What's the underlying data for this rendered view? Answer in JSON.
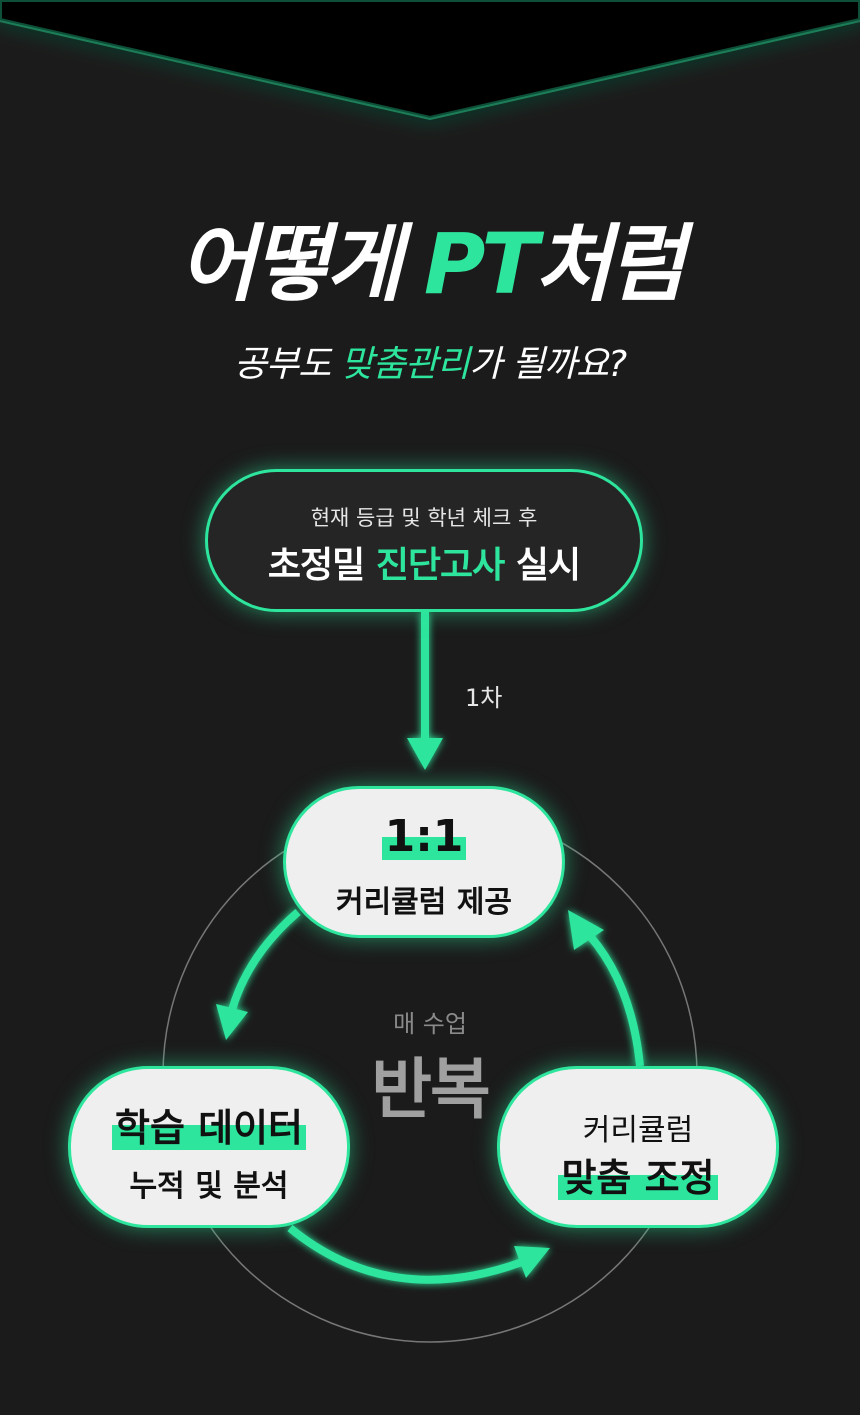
{
  "headline": {
    "part1": "어떻게 ",
    "accent": "PT",
    "part2": "처럼"
  },
  "subline": {
    "part1": "공부도 ",
    "accent": "맞춤관리",
    "part2": "가 될까요?"
  },
  "step_top": {
    "small": "현재 등급 및 학년 체크 후",
    "big_part1": "초정밀 ",
    "big_accent": "진단고사",
    "big_part2": " 실시"
  },
  "arrow_label": "1차",
  "step_a": {
    "highlight": "1:1",
    "text": "커리큘럼 제공"
  },
  "step_b": {
    "highlight": "학습 데이터",
    "text": "누적 및 분석"
  },
  "step_c": {
    "text": "커리큘럼",
    "highlight": "맞춤 조정"
  },
  "center": {
    "small": "매 수업",
    "big": "반복"
  },
  "colors": {
    "accent": "#2ee59d",
    "background": "#1b1b1b",
    "pill_light": "#efefef"
  }
}
